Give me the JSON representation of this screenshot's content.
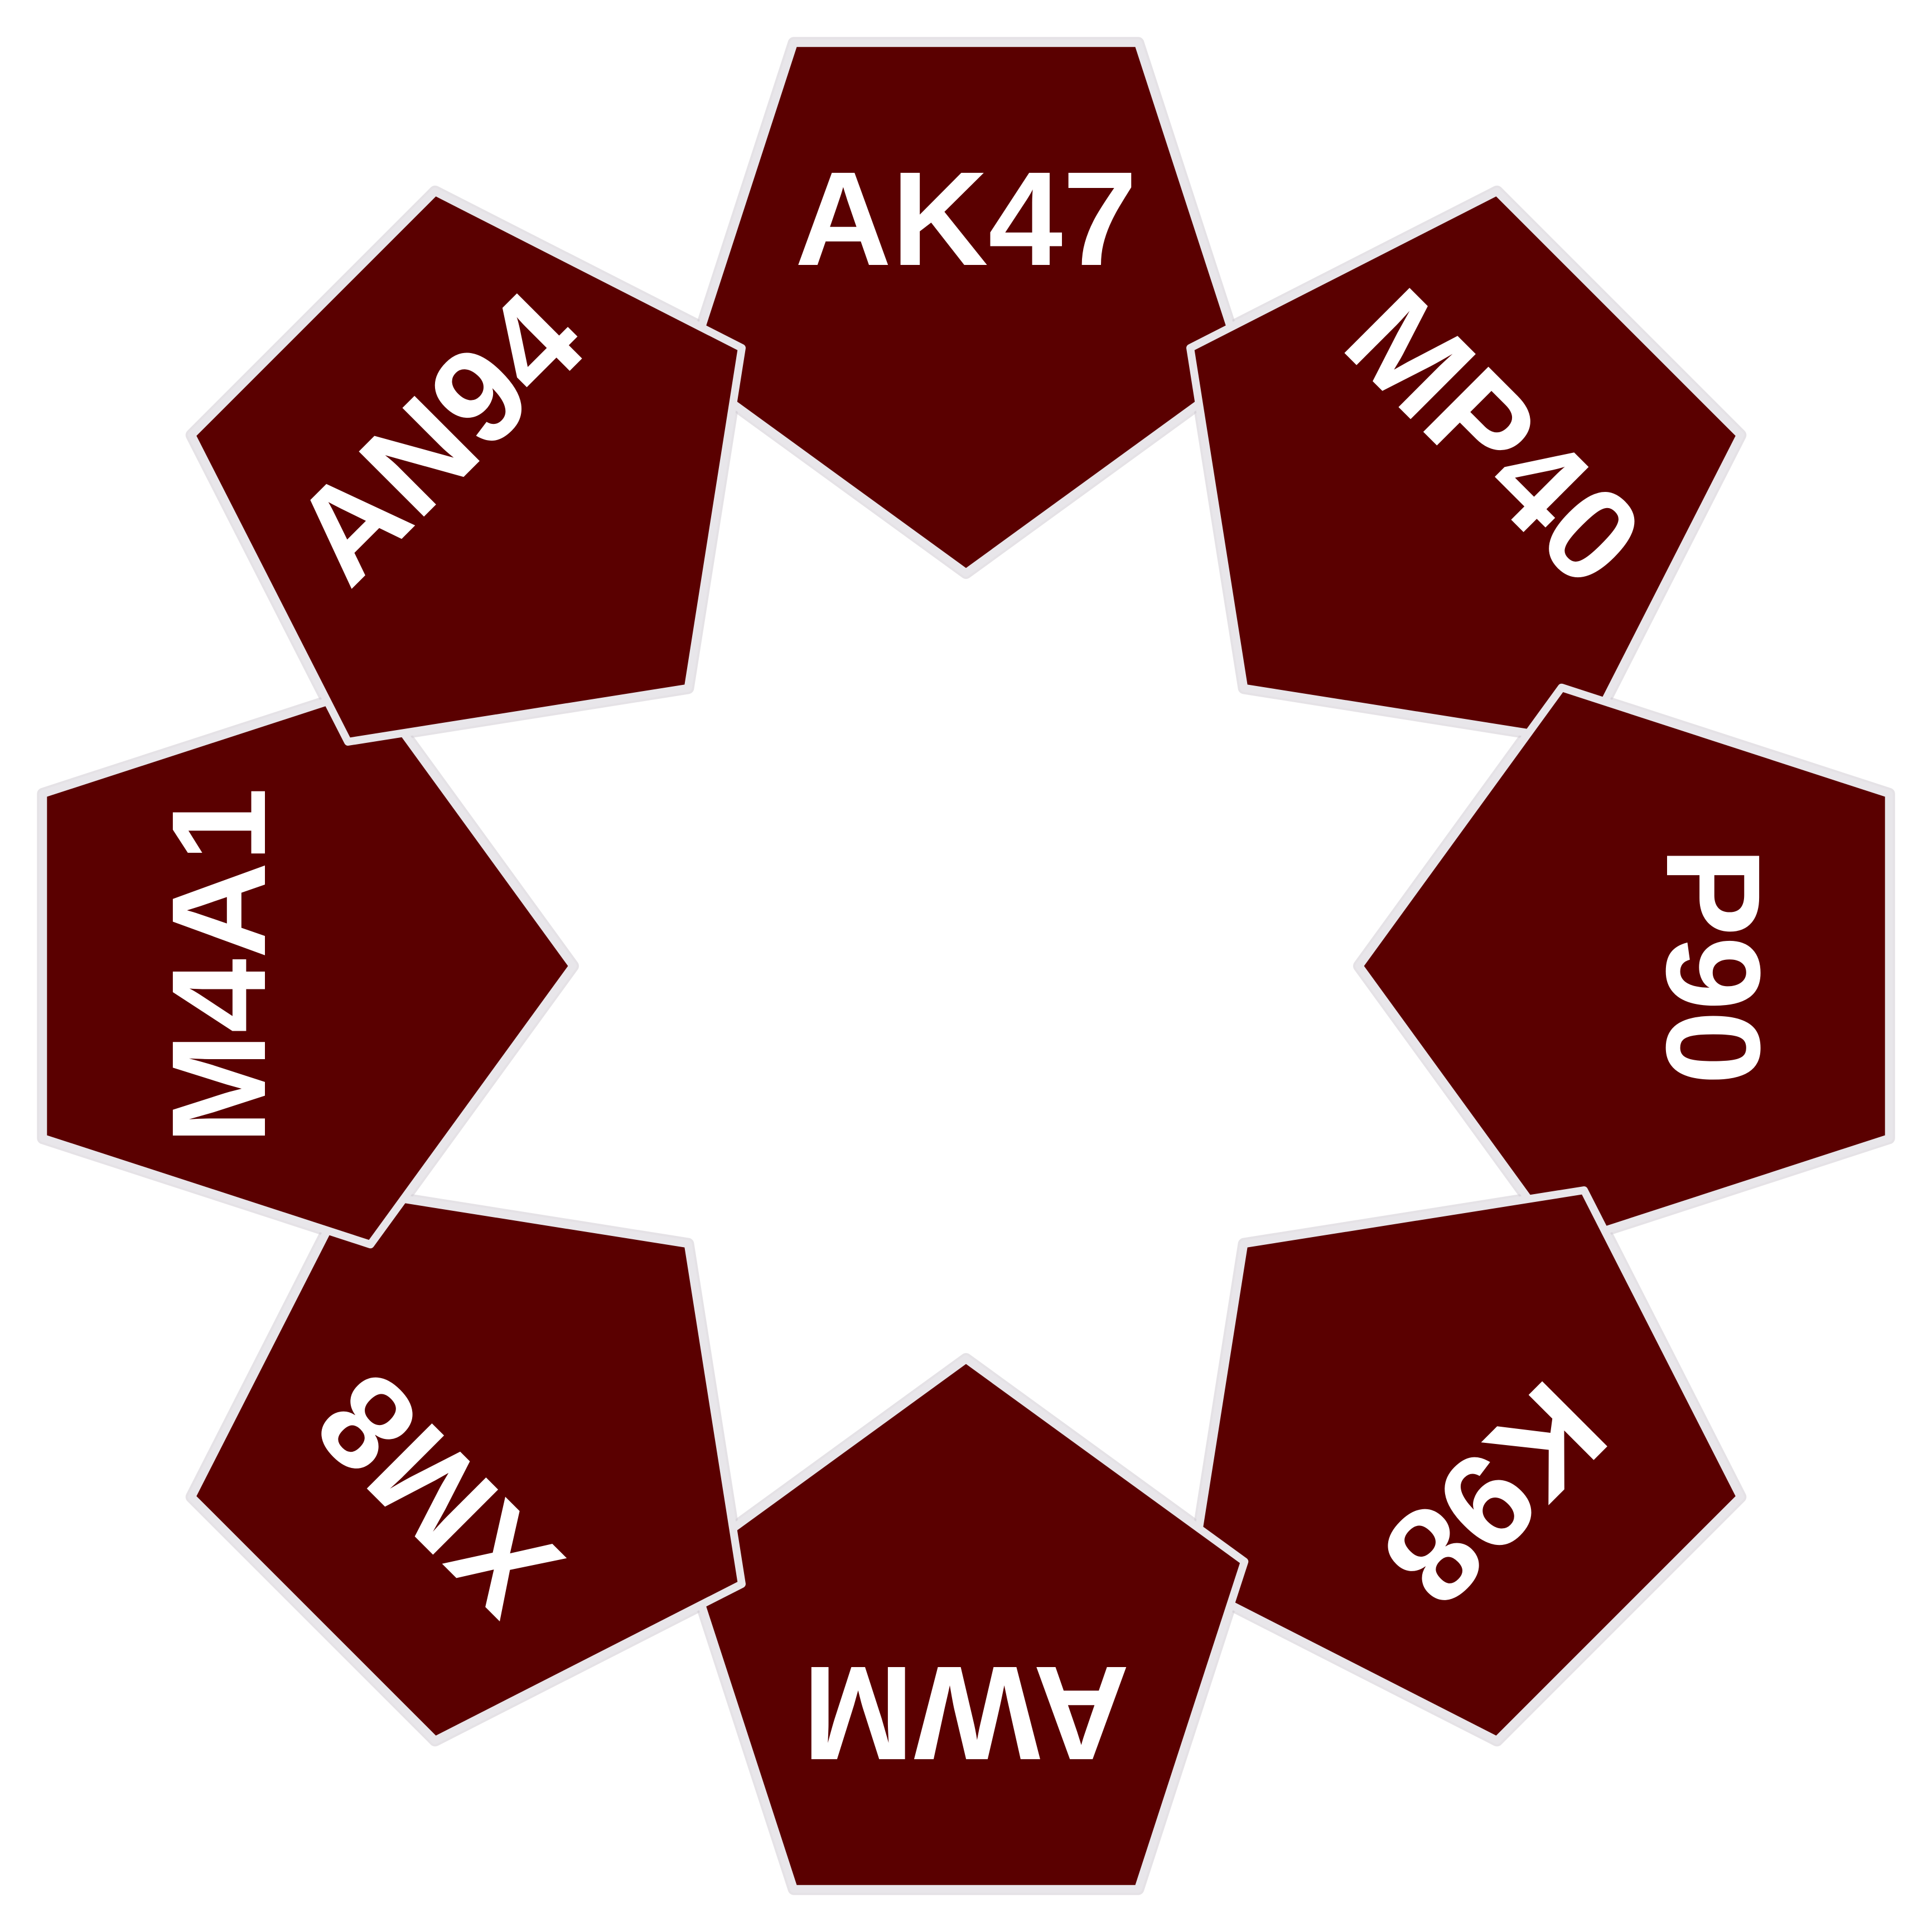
{
  "colors": {
    "tile_fill": "#5a0000",
    "tile_border": "#e8e6ea",
    "label": "#ffffff",
    "background": "#ffffff"
  },
  "tiles": [
    {
      "label": "AK47"
    },
    {
      "label": "MP40"
    },
    {
      "label": "P90"
    },
    {
      "label": "K98"
    },
    {
      "label": "AWM"
    },
    {
      "label": "XM8"
    },
    {
      "label": "M4A1"
    },
    {
      "label": "AN94"
    }
  ]
}
